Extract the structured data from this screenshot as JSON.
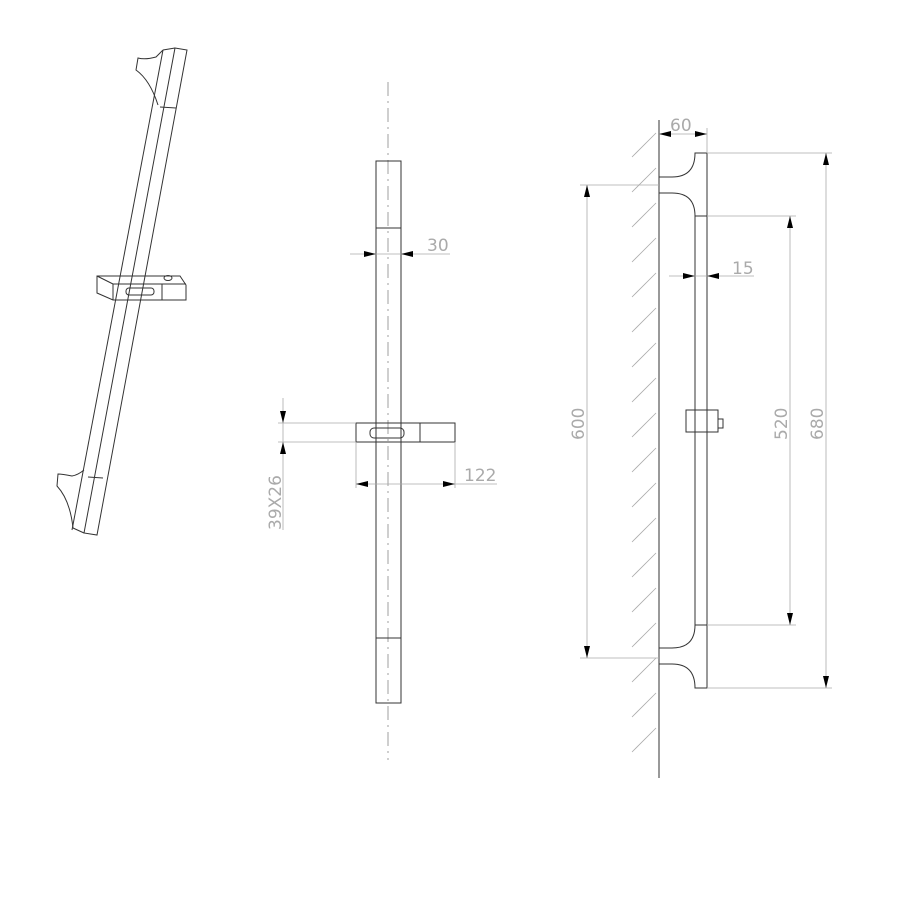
{
  "dimensions": {
    "bar_width": "30",
    "slider_length": "122",
    "slider_section": "39X26",
    "wall_offset": "60",
    "bar_depth": "15",
    "bracket_spacing": "600",
    "bar_length_between": "520",
    "overall_length": "680"
  }
}
